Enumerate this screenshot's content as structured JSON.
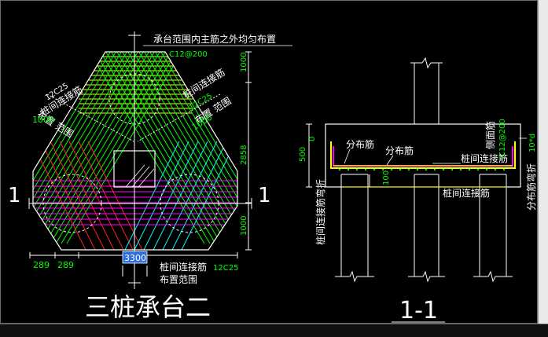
{
  "drawing": {
    "plan_title": "三桩承台二",
    "section_title": "1-1",
    "cut_mark": "1",
    "dimension_box_value": "3300"
  },
  "plan": {
    "top_note": "承台范围内主筋之外均匀布置",
    "top_note_bar": "C12@200",
    "left_label_1": "桩间连接筋",
    "left_label_bar": "12C25",
    "left_range": "布置 范围",
    "left_range_value": "1000",
    "right_label_1": "桩间连接筋",
    "right_label_bar": "12C25",
    "right_range": "布置 范围",
    "right_range_value": "1000",
    "bottom_label_1": "桩间连接筋",
    "bottom_label_bar": "12C25",
    "bottom_range": "布置范围",
    "dims_right": [
      "1000",
      "2858",
      "1000"
    ],
    "dims_bottom": [
      "289",
      "289"
    ]
  },
  "section": {
    "dim_height": "500",
    "dim_zero": "0",
    "dim_100": "100",
    "label_dist_1": "分布筋",
    "label_dist_2": "分布筋",
    "label_side": "侧面筋",
    "label_side_bar": "C12@200",
    "label_pile_conn_top": "桩间连接筋",
    "label_pile_conn_bottom": "桩间连接筋",
    "label_pile_conn_bend": "桩间连接筋弯折",
    "label_dist_bend": "分布筋弯折",
    "label_dist_bend_val": "10*d"
  },
  "colors": {
    "background": "#000000",
    "outline": "#ffffff",
    "green": "#00ff00",
    "yellow": "#ffff00",
    "magenta": "#ff00ff",
    "red": "#ff2020",
    "cyan": "#00ffff",
    "highlight": "#2f6fe0"
  }
}
